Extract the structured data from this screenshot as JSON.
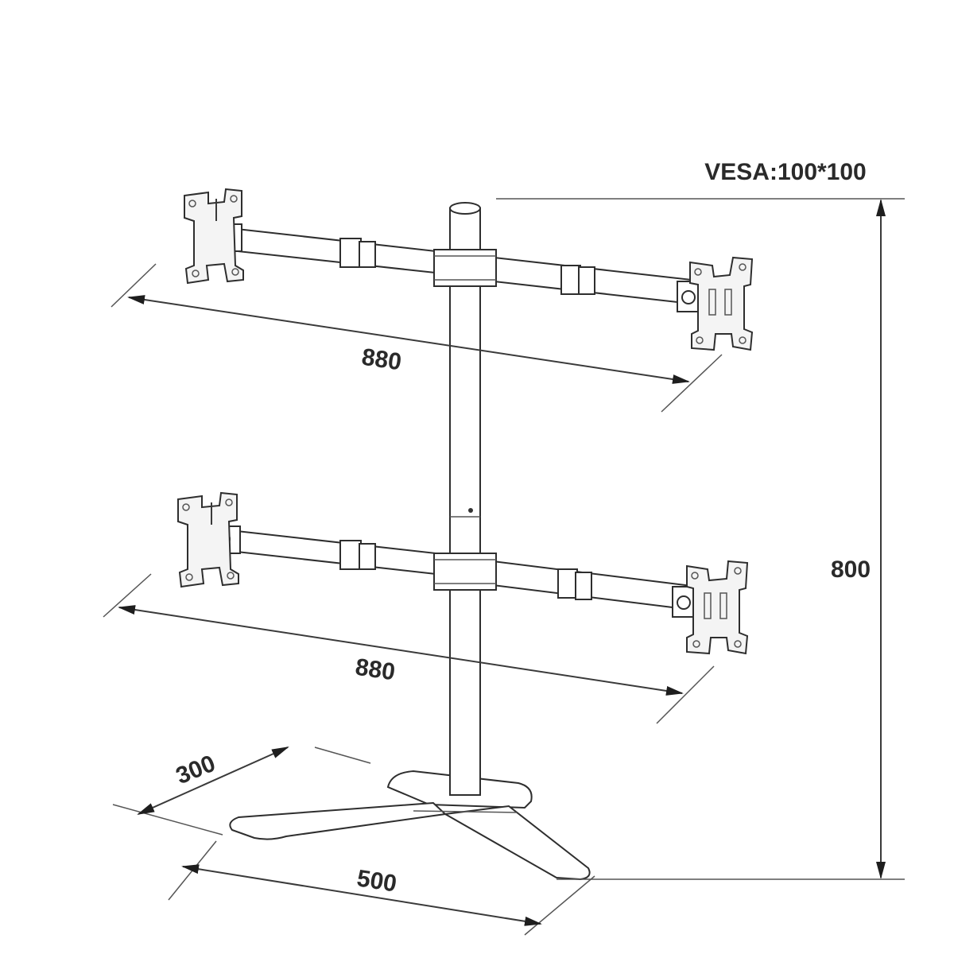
{
  "labels": {
    "vesa": "VESA:100*100",
    "upper_width": "880",
    "lower_width": "880",
    "height": "800",
    "base_depth": "300",
    "base_width": "500"
  }
}
